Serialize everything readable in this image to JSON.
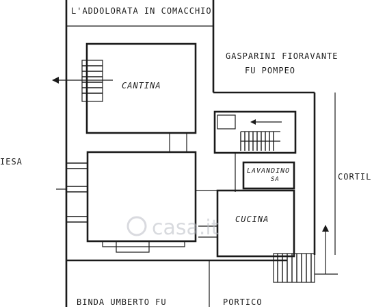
{
  "labels": {
    "top_title": "L'ADDOLORATA IN COMACCHIO",
    "neighbor_line1": "GASPARINI FIORAVANTE",
    "neighbor_line2": "FU POMPEO",
    "cantina": "CANTINA",
    "lavandino": "LAVANDINO",
    "lavandino_sub": "SA",
    "cucina": "CUCINA",
    "left_edge": "IESA",
    "right_edge": "CORTIL",
    "bottom_left": "BINDA UMBERTO FU",
    "bottom_right": "PORTICO",
    "watermark": "casa.it"
  },
  "colors": {
    "ink": "#1a1a1a",
    "paper": "#ffffff",
    "watermark": "#b9bcc4"
  }
}
